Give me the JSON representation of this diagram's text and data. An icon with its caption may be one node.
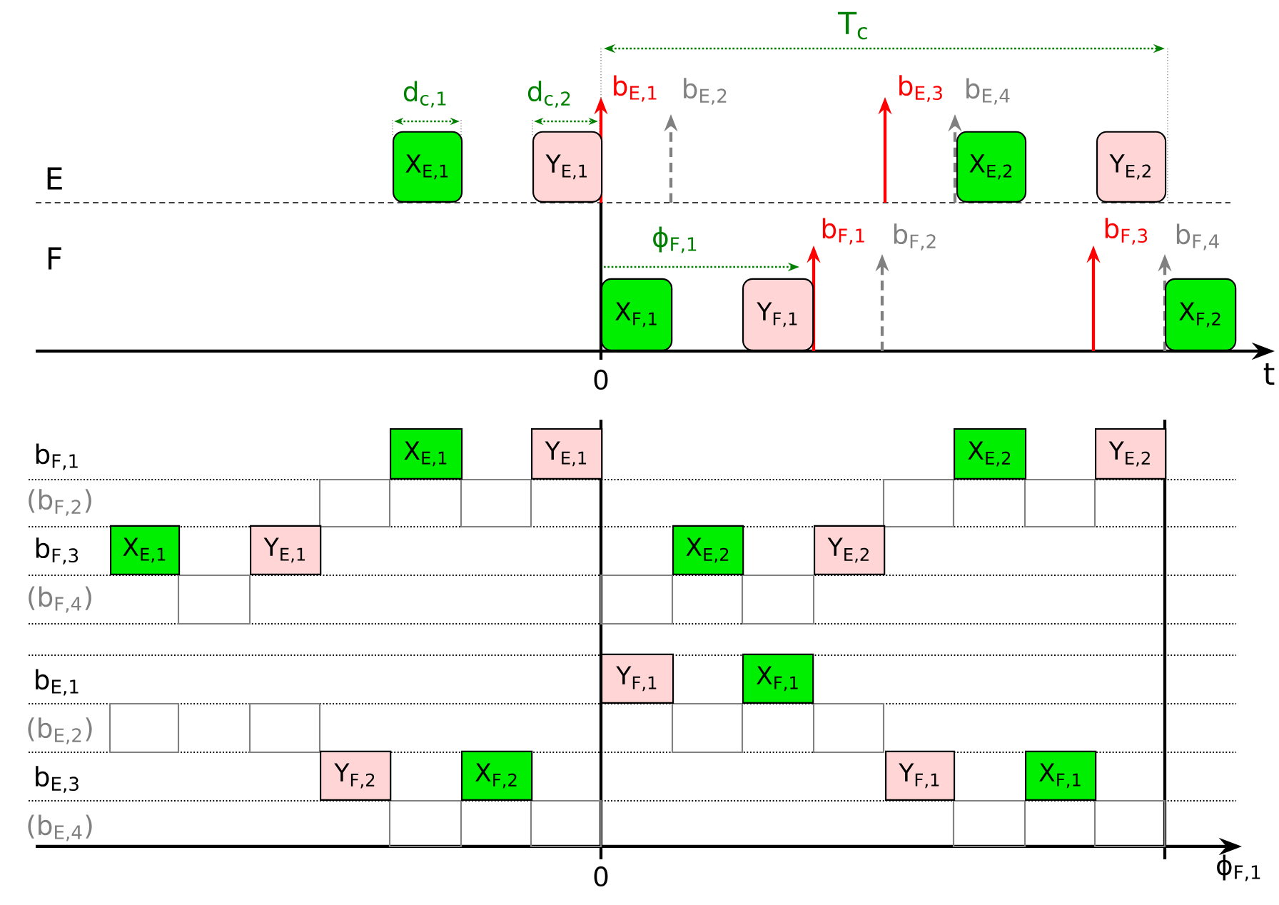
{
  "diagram": {
    "nodes": [
      {
        "text": [
          "X$_{E,1}$"
        ]
      },
      {
        "text": [
          "Y$_{E,1}$"
        ]
      },
      {
        "text": [
          "X$_{E,2}$"
        ]
      },
      {
        "text": [
          "Y$_{E,2}$"
        ]
      },
      {
        "text": [
          "X$_{F,1}$"
        ]
      },
      {
        "text": [
          "Y$_{F,1}$"
        ]
      },
      {
        "text": [
          "X$_{F,2}$"
        ]
      },
      {
        "text": [
          "X$_{E,1}$"
        ]
      },
      {
        "text": [
          "Y$_{E,1}$"
        ]
      },
      {
        "text": [
          "X$_{E,2}$"
        ]
      },
      {
        "text": [
          "Y$_{E,2}$"
        ]
      },
      {
        "text": [
          "X$_{E,1}$"
        ]
      },
      {
        "text": [
          "Y$_{E,1}$"
        ]
      },
      {
        "text": [
          "X$_{E,2}$"
        ]
      },
      {
        "text": [
          "Y$_{E,2}$"
        ]
      },
      {
        "text": [
          "Y$_{F,1}$"
        ]
      },
      {
        "text": [
          "X$_{F,1}$"
        ]
      },
      {
        "text": [
          "Y$_{F,2}$"
        ]
      },
      {
        "text": [
          "X$_{F,2}$"
        ]
      },
      {
        "text": [
          "Y$_{F,1}$"
        ]
      },
      {
        "text": [
          "X$_{F,1}$"
        ]
      }
    ],
    "labels": [
      "T$_{c}$",
      "d$_{c,1}$",
      "d$_{c,2}$",
      "b$_{E,1}$",
      "b$_{E,2}$",
      "b$_{E,3}$",
      "b$_{E,4}$",
      "E",
      "ϕ$_{F,1}$",
      "b$_{F,1}$",
      "b$_{F,2}$",
      "b$_{F,3}$",
      "b$_{F,4}$",
      "F",
      "0",
      "t",
      "b$_{F,1}$",
      "(b$_{F,2}$)",
      "b$_{F,3}$",
      "(b$_{F,4}$)",
      "b$_{E,1}$",
      "(b$_{E,2}$)",
      "b$_{E,3}$",
      "(b$_{E,4}$)",
      "0",
      "ϕ$_{F,1}$"
    ]
  }
}
